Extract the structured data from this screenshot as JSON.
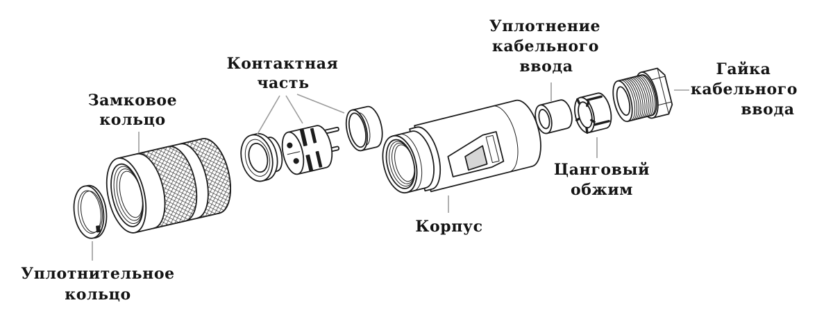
{
  "diagram": {
    "labels": {
      "seal_ring": {
        "line1": "Уплотнительное",
        "line2": "кольцо"
      },
      "lock_ring": {
        "line1": "Замковое",
        "line2": "кольцо"
      },
      "contact_part": {
        "line1": "Контактная",
        "line2": "часть"
      },
      "housing": {
        "line1": "Корпус"
      },
      "cable_seal": {
        "line1": "Уплотнение",
        "line2": "кабельного",
        "line3": "ввода"
      },
      "collet": {
        "line1": "Цанговый",
        "line2": "обжим"
      },
      "cable_nut": {
        "line1": "Гайка",
        "line2": "кабельного",
        "line3": "ввода"
      }
    }
  },
  "colors": {
    "line": "#1c1c1c",
    "leader": "#9b9b9b",
    "text": "#141414",
    "background": "#ffffff"
  }
}
